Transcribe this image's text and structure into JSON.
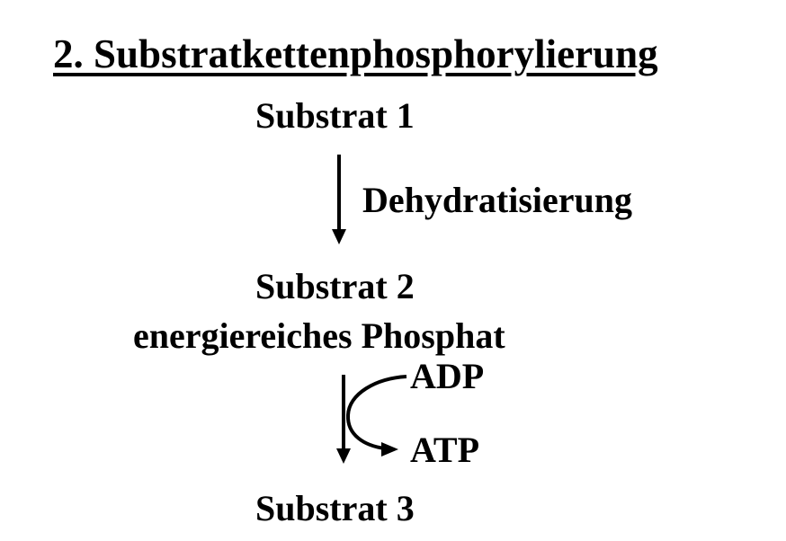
{
  "title": "2. Substratkettenphosphorylierung",
  "nodes": {
    "substrate_1": "Substrat 1",
    "substrate_2": "Substrat 2",
    "substrate_2_note": "energiereiches Phosphat",
    "substrate_3": "Substrat 3"
  },
  "steps": {
    "step_1_label": "Dehydratisierung"
  },
  "cofactors": {
    "input": "ADP",
    "output": "ATP"
  }
}
